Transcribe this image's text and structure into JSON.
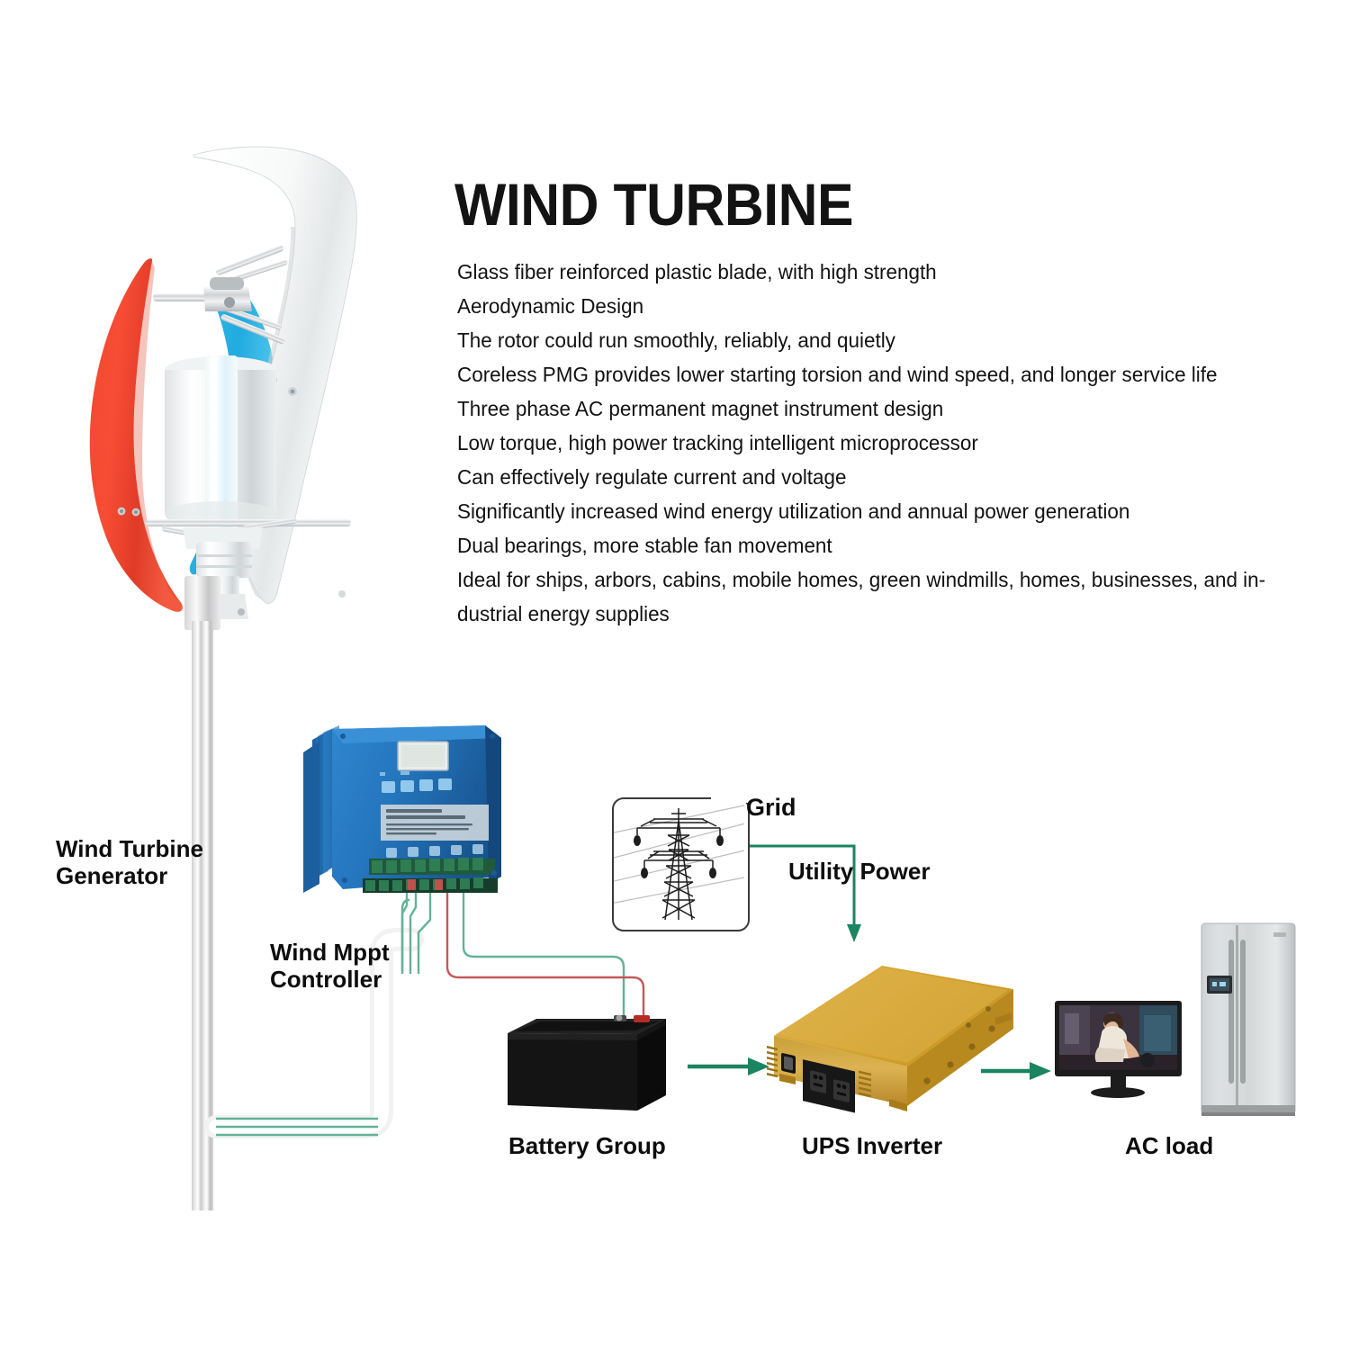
{
  "header": {
    "title": "WIND TURBINE"
  },
  "features": [
    "Glass fiber reinforced plastic blade, with high strength",
    "Aerodynamic Design",
    "The rotor could run smoothly, reliably, and quietly",
    "Coreless PMG provides lower starting torsion and wind speed, and longer service life",
    "Three phase AC permanent magnet instrument design",
    "Low torque, high power tracking intelligent microprocessor",
    "Can effectively regulate current and voltage",
    "Significantly increased wind energy utilization and annual power generation",
    "Dual bearings, more stable fan movement",
    "Ideal for ships, arbors, cabins, mobile homes, green windmills, homes, businesses, and in-dustrial energy supplies"
  ],
  "diagram": {
    "generator_label": "Wind Turbine\nGenerator",
    "generator_label_line1": "Wind Turbine",
    "generator_label_line2": "Generator",
    "mppt_label_line1": "Wind Mppt",
    "mppt_label_line2": "Controller",
    "battery_label": "Battery Group",
    "inverter_label": "UPS  Inverter",
    "acload_label": "AC load",
    "grid_label": "Grid",
    "utility_label": "Utility Power"
  },
  "colors": {
    "blade_red": "#f0402f",
    "blade_blue": "#2fb5e4",
    "blade_white": "#fbfbfb",
    "wire_green": "#5aa98c",
    "wire_red": "#c4595a",
    "arrow_green": "#16805e",
    "controller_blue": "#1f6fb8",
    "inverter_gold": "#d9a72c",
    "battery_black": "#131313",
    "text_black": "#111111"
  }
}
